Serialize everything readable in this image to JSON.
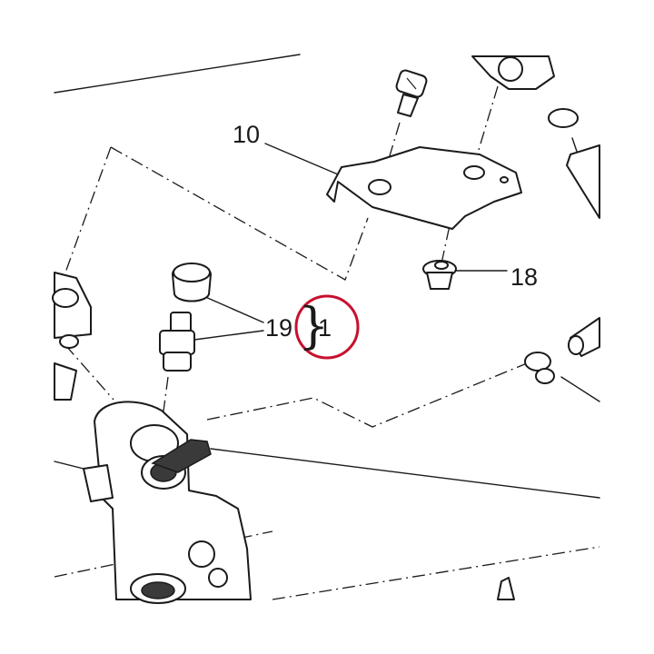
{
  "callouts": {
    "label_10": "10",
    "label_18": "18",
    "label_19": "19",
    "label_1": "1",
    "brace": "}"
  },
  "colors": {
    "ink": "#1a1a1a",
    "highlight": "#c8102e",
    "paper": "#ffffff"
  },
  "highlighted_callout": "1"
}
